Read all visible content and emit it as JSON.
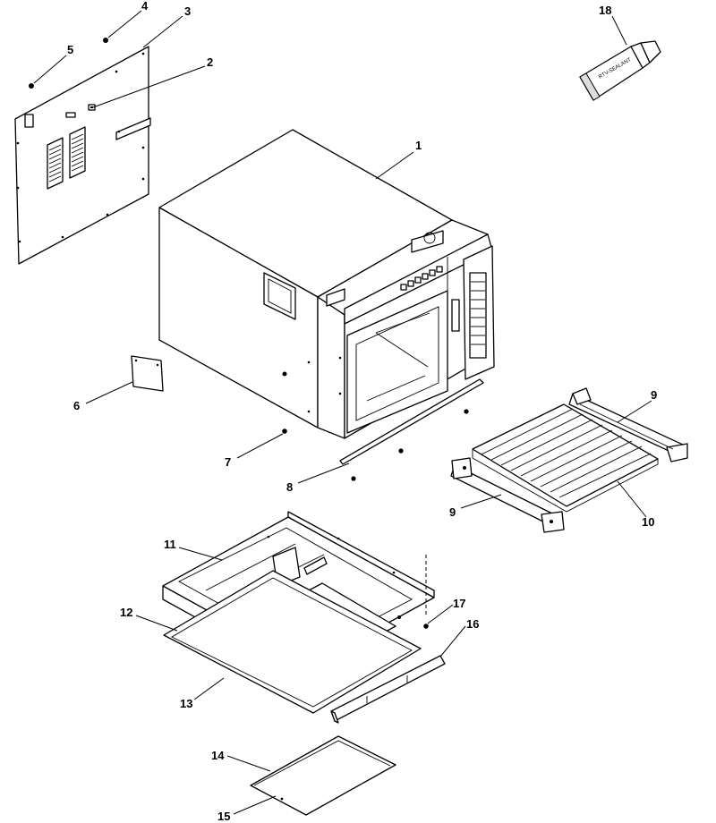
{
  "callouts": [
    {
      "id": "1",
      "label": "1"
    },
    {
      "id": "2",
      "label": "2"
    },
    {
      "id": "3",
      "label": "3"
    },
    {
      "id": "4",
      "label": "4"
    },
    {
      "id": "5",
      "label": "5"
    },
    {
      "id": "6",
      "label": "6"
    },
    {
      "id": "7",
      "label": "7"
    },
    {
      "id": "8",
      "label": "8"
    },
    {
      "id": "9a",
      "label": "9"
    },
    {
      "id": "9b",
      "label": "9"
    },
    {
      "id": "10",
      "label": "10"
    },
    {
      "id": "11",
      "label": "11"
    },
    {
      "id": "12",
      "label": "12"
    },
    {
      "id": "13",
      "label": "13"
    },
    {
      "id": "14",
      "label": "14"
    },
    {
      "id": "15",
      "label": "15"
    },
    {
      "id": "16",
      "label": "16"
    },
    {
      "id": "17",
      "label": "17"
    },
    {
      "id": "18",
      "label": "18"
    }
  ],
  "tube_label": "RTV-SEALANT"
}
